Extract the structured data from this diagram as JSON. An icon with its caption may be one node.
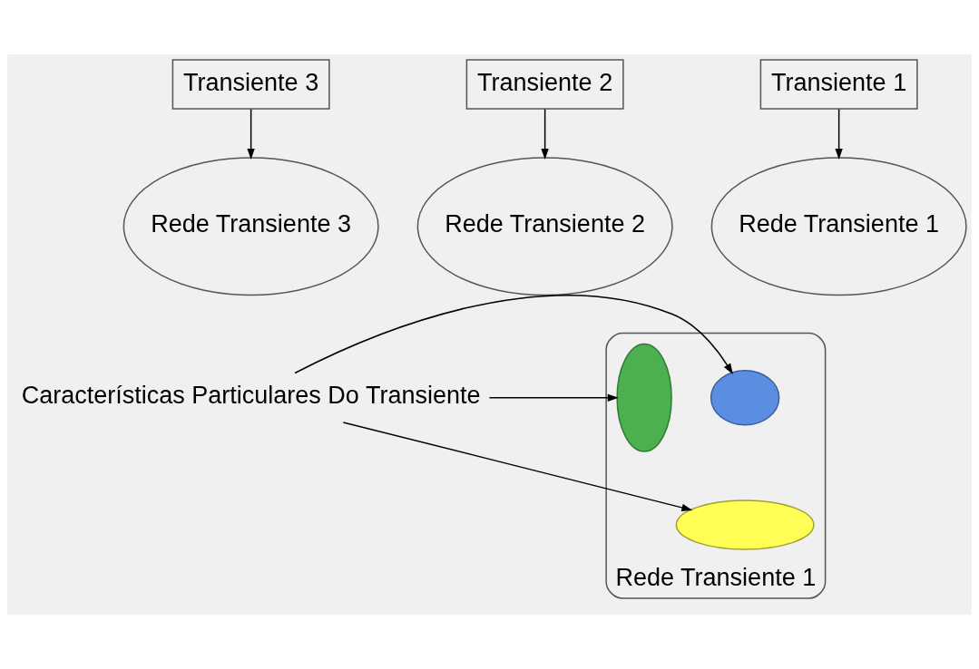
{
  "diagram": {
    "nodes": [
      {
        "text": [
          "Transiente 1"
        ]
      },
      {
        "text": [
          "Transiente 2"
        ]
      },
      {
        "text": [
          "Transiente 3"
        ]
      },
      {
        "text": [
          "Rede Transiente 1"
        ]
      },
      {
        "text": [
          "Rede Transiente 2"
        ]
      },
      {
        "text": [
          "Rede Transiente 3"
        ]
      },
      {
        "text": [
          "Rede Transiente 1"
        ]
      },
      {
        "text": [],
        "shape": "ellipse",
        "in": 6
      },
      {
        "text": [],
        "shape": "ellipse",
        "in": 6
      },
      {
        "text": [],
        "shape": "ellipse",
        "in": 6
      },
      {
        "text": [
          "Características Particulares Do Transiente"
        ]
      }
    ],
    "edges": [
      {
        "from": 0,
        "to": 3,
        "arrow": "to"
      },
      {
        "from": 1,
        "to": 4,
        "arrow": "to"
      },
      {
        "from": 2,
        "to": 5,
        "arrow": "to"
      },
      {
        "from": 10,
        "to": 7,
        "arrow": "to"
      },
      {
        "from": 10,
        "to": 8,
        "arrow": "to"
      },
      {
        "from": 10,
        "to": 9,
        "arrow": "to"
      }
    ]
  }
}
